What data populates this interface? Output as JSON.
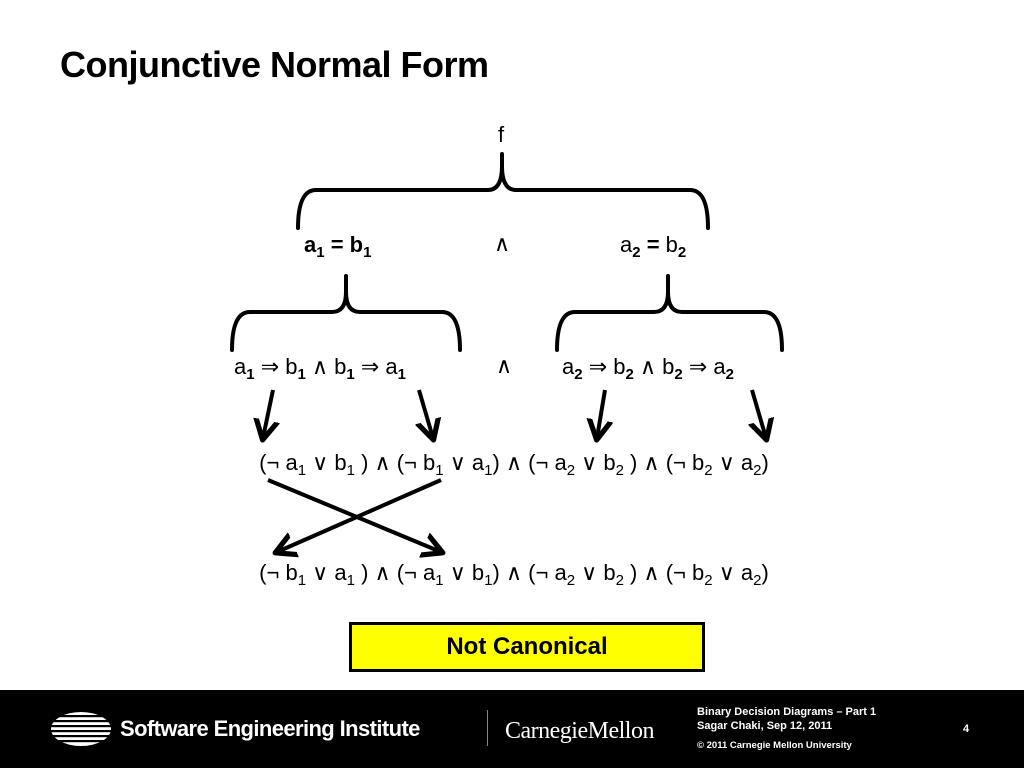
{
  "slide": {
    "title": "Conjunctive Normal Form"
  },
  "diagram": {
    "root": "f",
    "op": "∧",
    "level1": {
      "left": [
        {
          "t": "a",
          "b": true
        },
        {
          "t": "1",
          "sub": true,
          "b": true
        },
        {
          "t": " = b",
          "b": true
        },
        {
          "t": "1",
          "sub": true,
          "b": true
        }
      ],
      "right": [
        {
          "t": "a"
        },
        {
          "t": "2",
          "sub": true,
          "b": true
        },
        {
          "t": " = ",
          "b": true
        },
        {
          "t": "b"
        },
        {
          "t": "2",
          "sub": true,
          "b": true
        }
      ]
    },
    "level2": {
      "left": [
        {
          "t": "a"
        },
        {
          "t": "1",
          "sub": true,
          "b": true
        },
        {
          "t": " ⇒ b"
        },
        {
          "t": "1",
          "sub": true,
          "b": true
        },
        {
          "t": " ∧ b"
        },
        {
          "t": "1",
          "sub": true,
          "b": true
        },
        {
          "t": " ⇒ a"
        },
        {
          "t": "1",
          "sub": true,
          "b": true
        }
      ],
      "right": [
        {
          "t": "a"
        },
        {
          "t": "2",
          "sub": true,
          "b": true
        },
        {
          "t": " ⇒ b"
        },
        {
          "t": "2",
          "sub": true,
          "b": true
        },
        {
          "t": " ∧ b"
        },
        {
          "t": "2",
          "sub": true,
          "b": true
        },
        {
          "t": " ⇒ a"
        },
        {
          "t": "2",
          "sub": true,
          "b": true
        }
      ]
    },
    "cnf1": [
      {
        "t": "(¬ a"
      },
      {
        "t": "1",
        "sub": true
      },
      {
        "t": " ∨ b"
      },
      {
        "t": "1",
        "sub": true
      },
      {
        "t": " ) ∧ (¬ b"
      },
      {
        "t": "1",
        "sub": true
      },
      {
        "t": " ∨ a"
      },
      {
        "t": "1",
        "sub": true
      },
      {
        "t": ") ∧ (¬ a"
      },
      {
        "t": "2",
        "sub": true
      },
      {
        "t": " ∨ b"
      },
      {
        "t": "2",
        "sub": true
      },
      {
        "t": " ) ∧ (¬ b"
      },
      {
        "t": "2",
        "sub": true
      },
      {
        "t": " ∨ a"
      },
      {
        "t": "2",
        "sub": true
      },
      {
        "t": ")"
      }
    ],
    "cnf2": [
      {
        "t": "(¬ b"
      },
      {
        "t": "1",
        "sub": true
      },
      {
        "t": " ∨ a"
      },
      {
        "t": "1",
        "sub": true
      },
      {
        "t": " ) ∧ (¬ a"
      },
      {
        "t": "1",
        "sub": true
      },
      {
        "t": " ∨ b"
      },
      {
        "t": "1",
        "sub": true
      },
      {
        "t": ") ∧ (¬ a"
      },
      {
        "t": "2",
        "sub": true
      },
      {
        "t": " ∨ b"
      },
      {
        "t": "2",
        "sub": true
      },
      {
        "t": " ) ∧ (¬ b"
      },
      {
        "t": "2",
        "sub": true
      },
      {
        "t": " ∨ a"
      },
      {
        "t": "2",
        "sub": true
      },
      {
        "t": ")"
      }
    ]
  },
  "callout": {
    "label": "Not Canonical",
    "fill": "#ffff00"
  },
  "footer": {
    "org": "Software Engineering Institute",
    "university": "CarnegieMellon",
    "course": "Binary Decision Diagrams – Part 1",
    "author_date": "Sagar Chaki, Sep 12, 2011",
    "copyright": "© 2011 Carnegie Mellon University",
    "page": "4"
  }
}
